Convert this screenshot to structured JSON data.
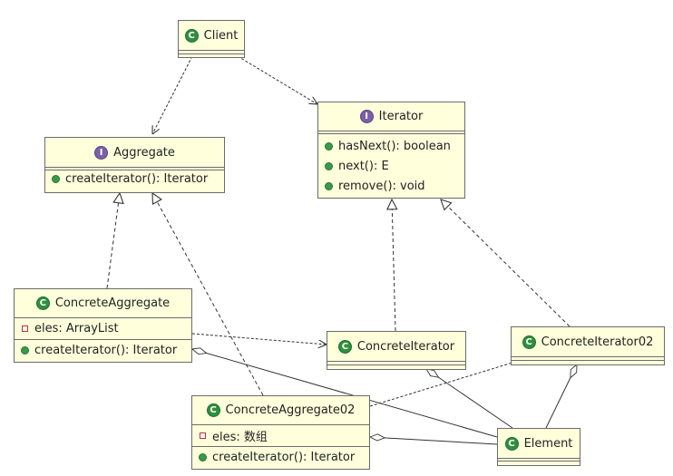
{
  "client": {
    "name": "Client",
    "icon": "class-icon",
    "badge": "C"
  },
  "aggregate": {
    "name": "Aggregate",
    "icon": "interface-icon",
    "badge": "I",
    "methods": [
      "createIterator(): Iterator"
    ]
  },
  "iterator": {
    "name": "Iterator",
    "icon": "interface-icon",
    "badge": "I",
    "methods": [
      "hasNext(): boolean",
      "next(): E",
      "remove(): void"
    ]
  },
  "concrete_aggregate": {
    "name": "ConcreteAggregate",
    "badge": "C",
    "fields": [
      "eles: ArrayList"
    ],
    "methods": [
      "createIterator(): Iterator"
    ]
  },
  "concrete_iterator": {
    "name": "ConcreteIterator",
    "badge": "C"
  },
  "concrete_iterator02": {
    "name": "ConcreteIterator02",
    "badge": "C"
  },
  "concrete_aggregate02": {
    "name": "ConcreteAggregate02",
    "badge": "C",
    "fields": [
      "eles: 数组"
    ],
    "methods": [
      "createIterator(): Iterator"
    ]
  },
  "element": {
    "name": "Element",
    "badge": "C"
  },
  "colors": {
    "box_fill": "#ffffdc",
    "border": "#6b6b6b",
    "class_badge": "#2f8f3f",
    "interface_badge": "#7b5fa8"
  }
}
